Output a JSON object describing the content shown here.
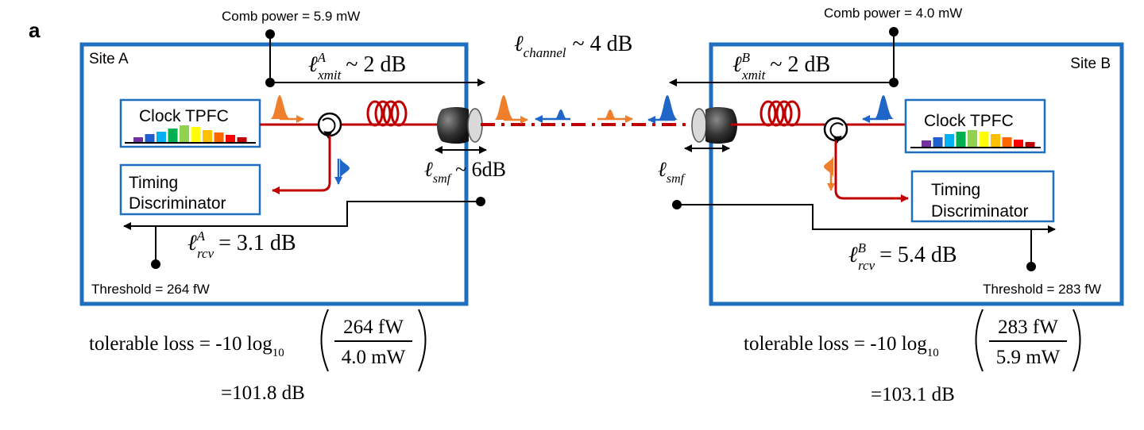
{
  "panel_label": "a",
  "site_a": {
    "name": "Site A",
    "comb_power": "Comb power = 5.9 mW",
    "xmit_loss": {
      "symbol": "ℓ",
      "sup": "A",
      "sub": "xmit",
      "value": "~ 2 dB"
    },
    "clock_label": "Clock TPFC",
    "timing_line1": "Timing",
    "timing_line2": "Discriminator",
    "smf_loss": {
      "symbol": "ℓ",
      "sub": "smf",
      "value": "~ 6dB"
    },
    "rcv_loss": {
      "symbol": "ℓ",
      "sup": "A",
      "sub": "rcv",
      "value": "= 3.1 dB"
    },
    "threshold": "Threshold = 264 fW",
    "formula": {
      "lhs": "tolerable loss = -10 log",
      "log_base": "10",
      "numerator": "264 fW",
      "denominator": "4.0 mW",
      "result": "=101.8 dB"
    }
  },
  "site_b": {
    "name": "Site B",
    "comb_power": "Comb power = 4.0 mW",
    "xmit_loss": {
      "symbol": "ℓ",
      "sup": "B",
      "sub": "xmit",
      "value": "~ 2 dB"
    },
    "clock_label": "Clock TPFC",
    "timing_line1": "Timing",
    "timing_line2": "Discriminator",
    "smf_loss": {
      "symbol": "ℓ",
      "sub": "smf"
    },
    "rcv_loss": {
      "symbol": "ℓ",
      "sup": "B",
      "sub": "rcv",
      "value": "= 5.4 dB"
    },
    "threshold": "Threshold = 283 fW",
    "formula": {
      "lhs": "tolerable loss = -10 log",
      "log_base": "10",
      "numerator": "283 fW",
      "denominator": "5.9 mW",
      "result": "=103.1 dB"
    }
  },
  "channel_loss": {
    "symbol": "ℓ",
    "sub": "channel",
    "value": "~ 4 dB"
  },
  "colors": {
    "box_blue": "#1f6fbf",
    "fiber_red": "#c00000",
    "pulse_orange": "#ef7f2a",
    "pulse_blue": "#1f66c8",
    "arrow_black": "#000000"
  },
  "spectrum_colors": [
    "#7030a0",
    "#1f5fd0",
    "#00b0f0",
    "#00b050",
    "#92d050",
    "#ffff00",
    "#ffc000",
    "#ff6600",
    "#ff0000",
    "#c00000"
  ]
}
